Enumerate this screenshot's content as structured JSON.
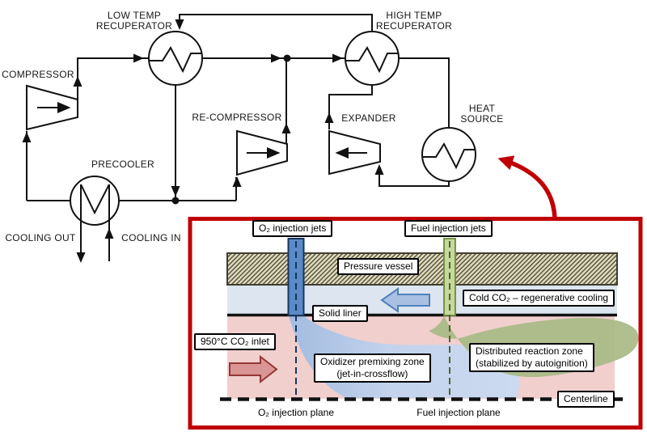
{
  "cycle": {
    "compressor": "COMPRESSOR",
    "low_temp_recuperator": [
      "LOW TEMP",
      "RECUPERATOR"
    ],
    "high_temp_recuperator": [
      "HIGH TEMP",
      "RECUPERATOR"
    ],
    "re_compressor": "RE-COMPRESSOR",
    "precooler": "PRECOOLER",
    "expander": "EXPANDER",
    "heat_source": [
      "HEAT",
      "SOURCE"
    ],
    "cooling_out": "COOLING OUT",
    "cooling_in": "COOLING IN"
  },
  "inset": {
    "o2_injection_jets": "O₂ injection jets",
    "fuel_injection_jets": "Fuel injection jets",
    "pressure_vessel": "Pressure vessel",
    "solid_liner": "Solid liner",
    "cold_co2_cooling": "Cold CO₂ – regenerative cooling",
    "co2_inlet": "950°C CO₂ inlet",
    "oxidizer_zone": [
      "Oxidizer premixing zone",
      "(jet-in-crossflow)"
    ],
    "reaction_zone": [
      "Distributed reaction zone",
      "(stabilized by autoignition)"
    ],
    "centerline": "Centerline",
    "o2_injection_plane": "O₂ injection plane",
    "fuel_injection_plane": "Fuel injection plane"
  },
  "colors": {
    "inset_border": "#C00000",
    "callout_arrow": "#C00000",
    "o2_jet_tube": "#5B8AC7",
    "fuel_jet_tube": "#C6D89E",
    "coolant_channel": "#DCE5F0",
    "hot_co2_region": "#F0CFCD",
    "oxidizer_plume": "#B9CCE9",
    "reaction_blob": "#A8BA85",
    "inlet_arrow_fill": "#D99694",
    "coolant_arrow_fill": "#A9C0E2",
    "vessel_hatch_bg": "#DFDBC1",
    "line_black": "#111111"
  }
}
